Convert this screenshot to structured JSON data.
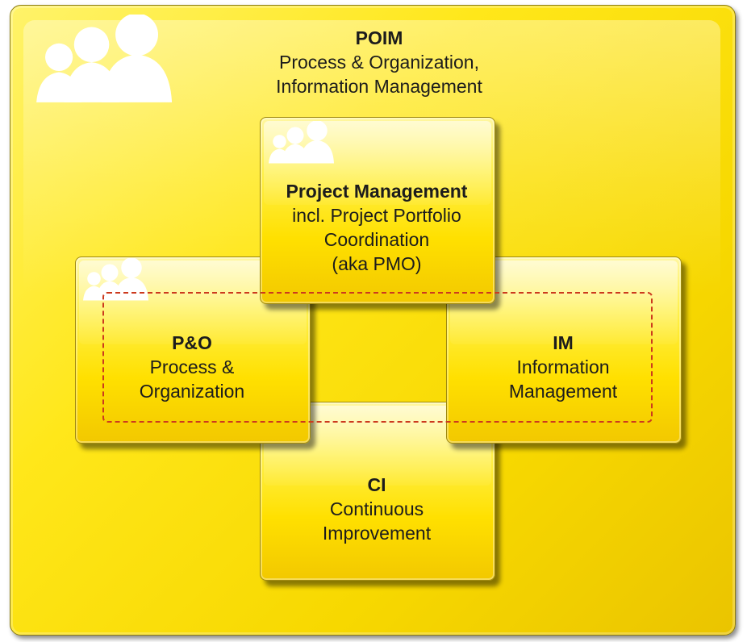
{
  "outer": {
    "abbr": "POIM",
    "line1": "Process & Organization,",
    "line2": "Information Management"
  },
  "pm": {
    "title": "Project Management",
    "line1": "incl. Project Portfolio",
    "line2": "Coordination",
    "line3": "(aka PMO)"
  },
  "po": {
    "title": "P&O",
    "line1": "Process &",
    "line2": "Organization"
  },
  "im": {
    "title": "IM",
    "line1": "Information",
    "line2": "Management"
  },
  "ci": {
    "title": "CI",
    "line1": "Continuous",
    "line2": "Improvement"
  },
  "icons": [
    "people-group-icon"
  ],
  "colors": {
    "fill": "#ffe600",
    "dashed_border": "#cc3a1e"
  }
}
